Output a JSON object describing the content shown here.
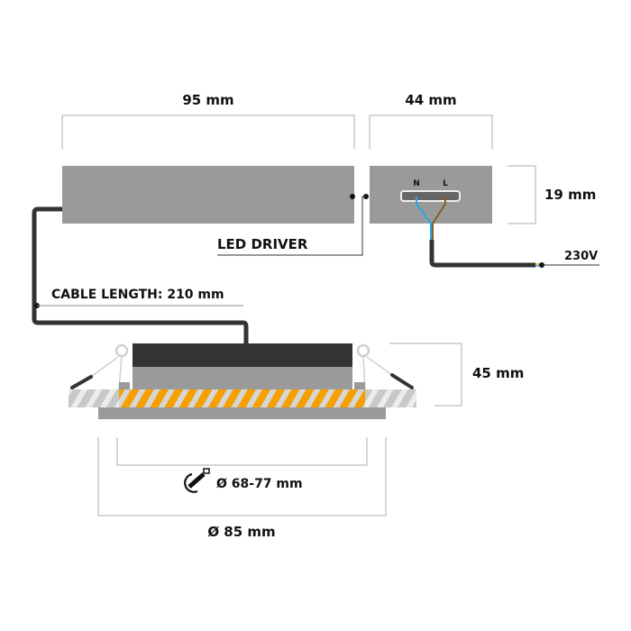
{
  "diagram": {
    "driver": {
      "width_label": "95 mm",
      "terminal_width_label": "44 mm",
      "height_label": "19 mm",
      "name_label": "LED DRIVER",
      "terminals": [
        "N",
        "L"
      ],
      "supply_label": "230V"
    },
    "cable": {
      "length_label": "CABLE LENGTH: 210 mm"
    },
    "fixture": {
      "height_label": "45 mm",
      "cutout_label": "Ø 68-77 mm",
      "outer_diameter_label": "Ø 85 mm",
      "cutout_icon": "hole-saw-icon"
    },
    "colors": {
      "body_gray": "#9a9a9a",
      "dark": "#333333",
      "accent_orange": "#f5a000",
      "neutral_blue": "#29a8e0",
      "live_brown": "#8b5a2b",
      "dimension_line": "#c8c8c8"
    }
  }
}
